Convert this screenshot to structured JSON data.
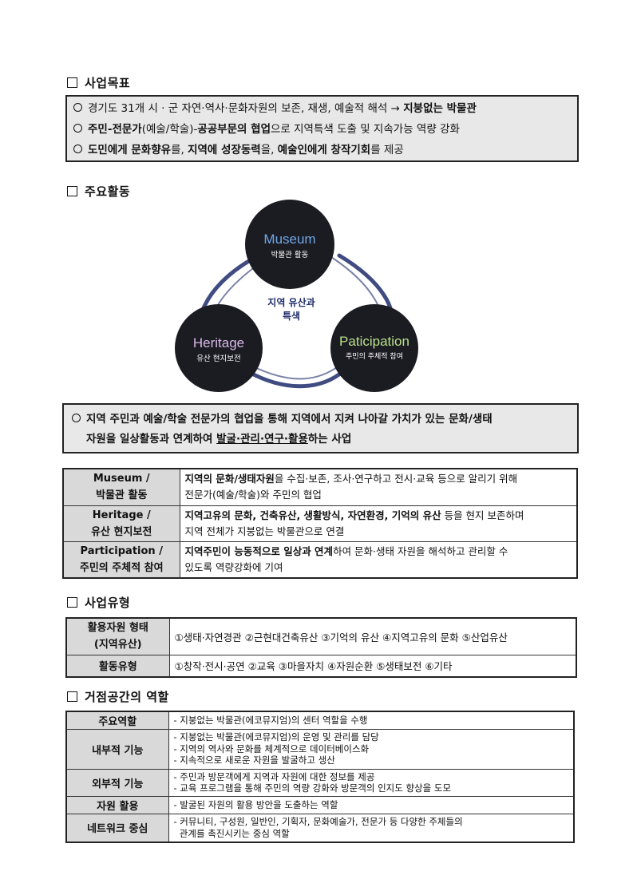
{
  "sections": {
    "goal": {
      "title": "사업목표"
    },
    "activity": {
      "title": "주요활동"
    },
    "type": {
      "title": "사업유형"
    },
    "hub": {
      "title": "거점공간의 역할"
    }
  },
  "goal_lines": [
    {
      "plain": "경기도 31개 시 · 군 자연·역사·문화자원의 보존, 재생, 예술적 해석 → ",
      "bold": "지붕없는 박물관"
    },
    {
      "b1": "주민-전문가",
      "t1": "(예술/학술)-",
      "b2": "공공부문의 협업",
      "t2": "으로 지역특색 도출 및 지속가능 역량 강화"
    },
    {
      "b1": "도민에게 문화향유",
      "t1": "를, ",
      "b2": "지역에 성장동력",
      "t2": "을, ",
      "b3": "예술인에게 창작기회",
      "t3": "를 제공"
    }
  ],
  "diagram": {
    "center_line1": "지역 유산과",
    "center_line2": "특색",
    "museum_title": "Museum",
    "museum_sub": "박물관 활동",
    "heritage_title": "Heritage",
    "heritage_sub": "유산 현지보전",
    "participation_title": "Paticipation",
    "participation_sub": "주민의 주체적 참여",
    "colors": {
      "circle": "#1b1b22",
      "museum_text": "#6fa8e8",
      "heritage_text": "#d9b8e8",
      "participation_text": "#b8e08a",
      "ring": "#1f2d6b"
    }
  },
  "summary": {
    "line1": "지역 주민과 예술/학술 전문가의 협업을 통해 지역에서 지켜 나아갈 가치가 있는 문화/생태",
    "line2_plain": "자원을 일상활동과 연계하여 ",
    "line2_under": "발굴·관리·연구·활용",
    "line2_end": "하는 사업"
  },
  "activities": [
    {
      "h1": "Museum /",
      "h2": "박물관 활동",
      "b": "지역의 문화/생태자원",
      "t": "을 수집·보존, 조사·연구하고 전시·교육 등으로 알리기 위해",
      "t2": "전문가(예술/학술)와 주민의 협업"
    },
    {
      "h1": "Heritage /",
      "h2": "유산 현지보전",
      "b": "지역고유의 문화, 건축유산, 생활방식, 자연환경, 기억의 유산",
      "t": " 등을 현지 보존하며",
      "t2": "지역 전체가 지붕없는 박물관으로 연결"
    },
    {
      "h1": "Participation /",
      "h2": "주민의 주체적 참여",
      "b": "지역주민이 능동적으로 일상과 연계",
      "t": "하여 문화·생태 자원을 해석하고 관리할 수",
      "t2": "있도록 역량강화에 기여"
    }
  ],
  "types": [
    {
      "h1": "활용자원 형태",
      "h2": "(지역유산)",
      "v": "①생태·자연경관  ②근현대건축유산  ③기억의 유산  ④지역고유의 문화  ⑤산업유산"
    },
    {
      "h1": "활동유형",
      "h2": "",
      "v": "①창작·전시·공연 ②교육 ③마을자치 ④자원순환 ⑤생태보전 ⑥기타"
    }
  ],
  "hub_roles": [
    {
      "h": "주요역할",
      "lines": [
        "- 지붕없는 박물관(에코뮤지엄)의 센터 역할을 수행"
      ]
    },
    {
      "h": "내부적 기능",
      "lines": [
        "- 지붕없는 박물관(에코뮤지엄)의 운영 및 관리를 담당",
        "- 지역의 역사와 문화를 체계적으로 데이터베이스화",
        "- 지속적으로 새로운 자원을 발굴하고 생산"
      ]
    },
    {
      "h": "외부적 기능",
      "lines": [
        "- 주민과 방문객에게 지역과 자원에 대한 정보를 제공",
        "- 교육 프로그램을 통해 주민의 역량 강화와 방문객의 인지도 향상을 도모"
      ]
    },
    {
      "h": "자원 활용",
      "lines": [
        "- 발굴된 자원의 활용 방안을 도출하는 역할"
      ]
    },
    {
      "h": "네트워크 중심",
      "lines": [
        "- 커뮤니티, 구성원, 일반인, 기획자, 문화예술가, 전문가 등 다양한 주체들의",
        "  관계를 촉진시키는 중심 역할"
      ]
    }
  ]
}
